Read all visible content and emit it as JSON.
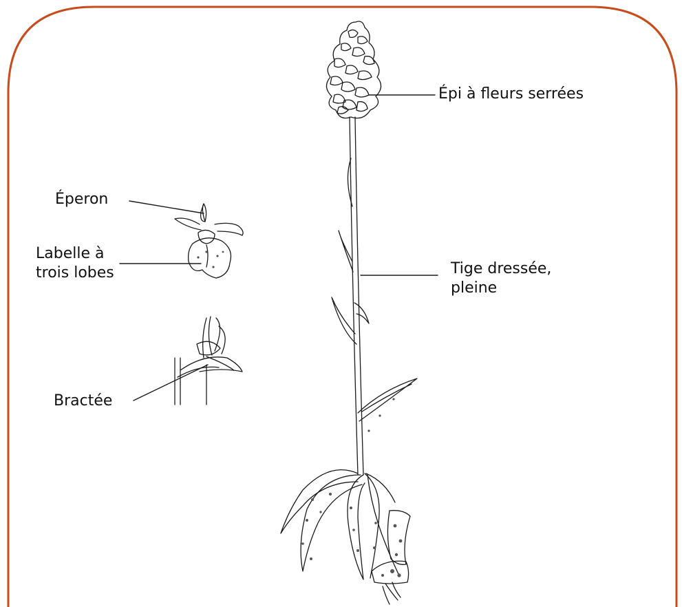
{
  "colors": {
    "frame": "#c84b1c",
    "line": "#1a1a1a",
    "spot": "#555555"
  },
  "labels": {
    "epi": "Épi à fleurs serrées",
    "tige_line1": "Tige dressée,",
    "tige_line2": "pleine",
    "eperon": "Éperon",
    "labelle_line1": "Labelle à",
    "labelle_line2": "trois lobes",
    "bractee": "Bractée"
  }
}
